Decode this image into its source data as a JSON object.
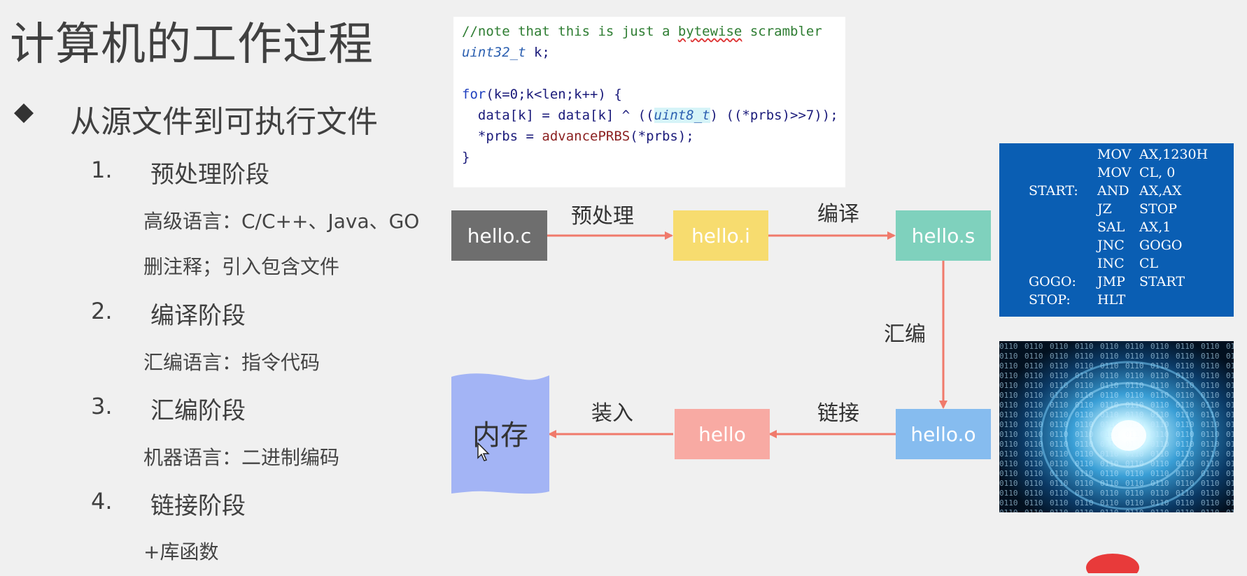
{
  "slide": {
    "title": "计算机的工作过程",
    "bullet": "从源文件到可执行文件",
    "steps": [
      {
        "num": "1.",
        "label": "预处理阶段",
        "details": [
          "高级语言：C/C++、Java、GO",
          "删注释；引入包含文件"
        ]
      },
      {
        "num": "2.",
        "label": "编译阶段",
        "details": [
          "汇编语言：指令代码"
        ]
      },
      {
        "num": "3.",
        "label": "汇编阶段",
        "details": [
          "机器语言：二进制编码"
        ]
      },
      {
        "num": "4.",
        "label": "链接阶段",
        "details": [
          "+库函数"
        ]
      }
    ]
  },
  "code": {
    "comment_prefix": "//note that this is just a ",
    "comment_squiggle": "bytewise",
    "comment_suffix": " scrambler",
    "decl_type": "uint32_t",
    "decl_rest": " k;",
    "for_kw": "for",
    "for_rest": "(k=0;k<len;k++) {",
    "line4_a": "  data[k] = data[k] ^ ((",
    "line4_type": "uint8_t",
    "line4_b": ") ((*prbs)>>7));",
    "line5_a": "  *prbs = ",
    "line5_func": "advancePRBS",
    "line5_b": "(*prbs);",
    "close": "}"
  },
  "diagram": {
    "nodes": {
      "hello_c": "hello.c",
      "hello_i": "hello.i",
      "hello_s": "hello.s",
      "hello_o": "hello.o",
      "hello": "hello",
      "memory": "内存"
    },
    "edges": {
      "preprocess": "预处理",
      "compile": "编译",
      "assemble": "汇编",
      "link": "链接",
      "load": "装入"
    },
    "colors": {
      "hello_c": "#6e6e6e",
      "hello_i": "#f7dc6f",
      "hello_s": "#7fd1bd",
      "hello_o": "#86bcef",
      "hello": "#f8aaa3",
      "memory": "#a3b4f5",
      "arrow": "#f07a6b"
    }
  },
  "assembly": {
    "rows": [
      {
        "label": "",
        "op": "MOV",
        "arg": "AX,1230H"
      },
      {
        "label": "",
        "op": "MOV",
        "arg": "CL, 0"
      },
      {
        "label": "START:",
        "op": "AND",
        "arg": "AX,AX"
      },
      {
        "label": "",
        "op": "JZ",
        "arg": "STOP"
      },
      {
        "label": "",
        "op": "SAL",
        "arg": "AX,1"
      },
      {
        "label": "",
        "op": "JNC",
        "arg": "GOGO"
      },
      {
        "label": "",
        "op": "INC",
        "arg": "CL"
      },
      {
        "label": "GOGO:",
        "op": "JMP",
        "arg": "START"
      },
      {
        "label": "STOP:",
        "op": "HLT",
        "arg": ""
      }
    ]
  }
}
